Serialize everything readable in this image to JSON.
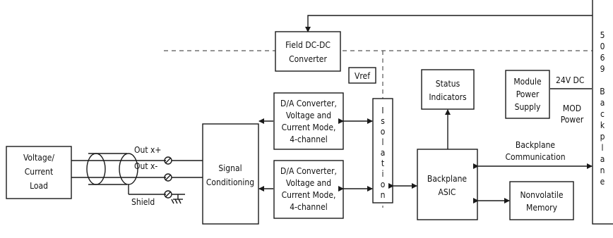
{
  "blocks": {
    "load": [
      "Voltage/",
      "Current",
      "Load"
    ],
    "field_dcdc": [
      "Field DC-DC",
      "Converter"
    ],
    "vref": "Vref",
    "signal_conditioning": [
      "Signal",
      "Conditioning"
    ],
    "da_converter_top": [
      "D/A Converter,",
      "Voltage and",
      "Current Mode,",
      "4-channel"
    ],
    "da_converter_bottom": [
      "D/A Converter,",
      "Voltage and",
      "Current Mode,",
      "4-channel"
    ],
    "isolation": [
      "I",
      "s",
      "o",
      "l",
      "a",
      "t",
      "i",
      "o",
      "n"
    ],
    "status_indicators": [
      "Status",
      "Indicators"
    ],
    "backplane_asic": [
      "Backplane",
      "ASIC"
    ],
    "module_power_supply": [
      "Module",
      "Power",
      "Supply"
    ],
    "nonvolatile_memory": [
      "Nonvolatile",
      "Memory"
    ],
    "backplane_bus": [
      "5",
      "0",
      "6",
      "9",
      "",
      "B",
      "a",
      "c",
      "k",
      "p",
      "l",
      "a",
      "n",
      "e"
    ]
  },
  "labels": {
    "out_plus": "Out x+",
    "out_minus": "Out x-",
    "shield": "Shield",
    "v24": "24V DC",
    "mod_power": [
      "MOD",
      "Power"
    ],
    "backplane_comm": [
      "Backplane",
      "Communication"
    ]
  }
}
